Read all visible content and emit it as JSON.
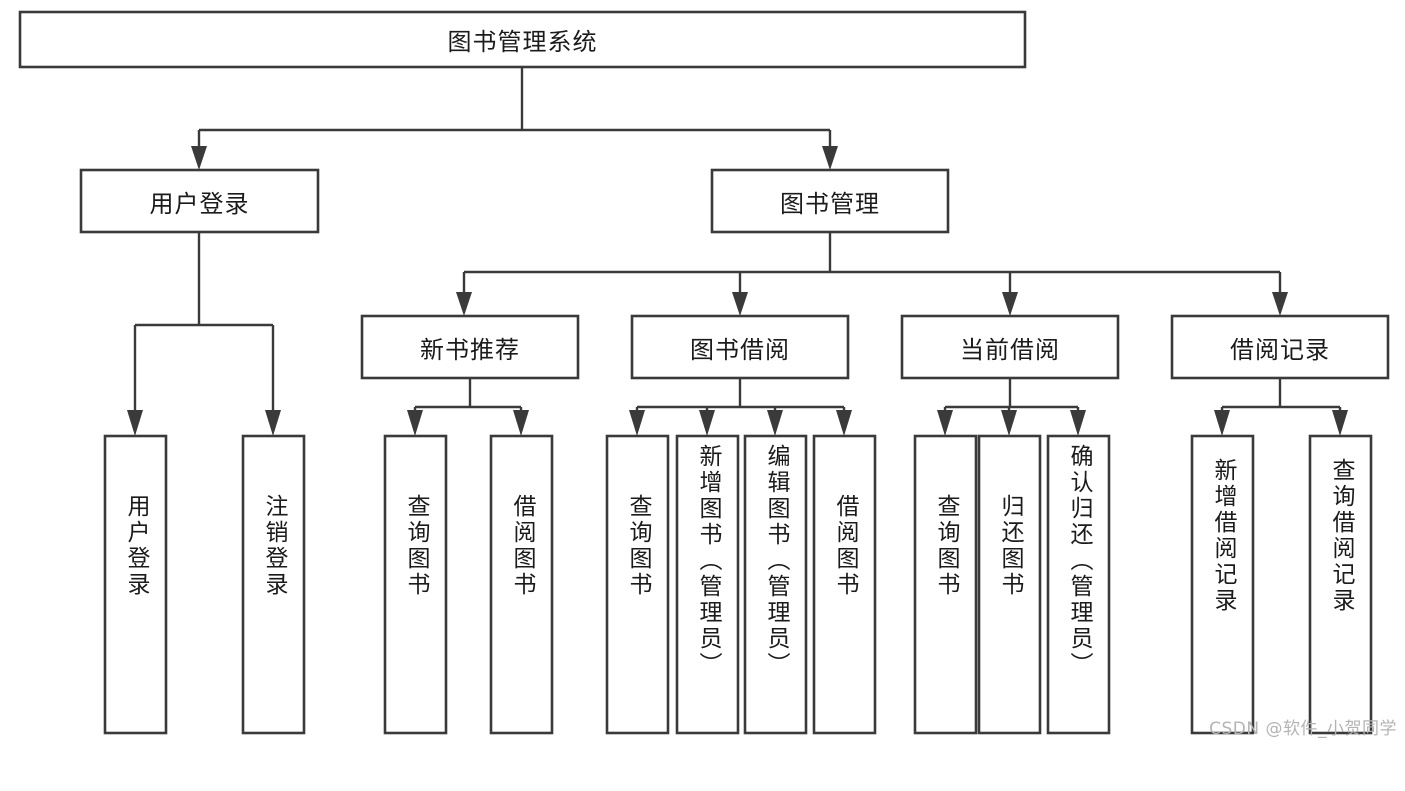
{
  "diagram": {
    "type": "tree-hierarchy",
    "title": "图书管理系统",
    "orientation": "top-down",
    "colors": {
      "box_stroke": "#3a3a3a",
      "box_fill": "#ffffff",
      "connector": "#3a3a3a",
      "text": "#1b1b1b",
      "background": "#ffffff",
      "watermark": "#b4b4b4"
    }
  },
  "nodes": {
    "root": {
      "label": "图书管理系统",
      "level": 0,
      "text_orientation": "horizontal"
    },
    "level1": [
      {
        "label": "用户登录",
        "text_orientation": "horizontal"
      },
      {
        "label": "图书管理",
        "text_orientation": "horizontal"
      }
    ],
    "level2": [
      {
        "label": "新书推荐",
        "text_orientation": "horizontal",
        "parent": "图书管理"
      },
      {
        "label": "图书借阅",
        "text_orientation": "horizontal",
        "parent": "图书管理"
      },
      {
        "label": "当前借阅",
        "text_orientation": "horizontal",
        "parent": "图书管理"
      },
      {
        "label": "借阅记录",
        "text_orientation": "horizontal",
        "parent": "图书管理"
      }
    ],
    "leaves": {
      "用户登录": [
        {
          "label": "用户登录",
          "text_orientation": "vertical"
        },
        {
          "label": "注销登录",
          "text_orientation": "vertical"
        }
      ],
      "新书推荐": [
        {
          "label": "查询图书",
          "text_orientation": "vertical"
        },
        {
          "label": "借阅图书",
          "text_orientation": "vertical"
        }
      ],
      "图书借阅": [
        {
          "label": "查询图书",
          "text_orientation": "vertical"
        },
        {
          "label": "新增图书（管理员）",
          "text_orientation": "vertical"
        },
        {
          "label": "编辑图书（管理员）",
          "text_orientation": "vertical"
        },
        {
          "label": "借阅图书",
          "text_orientation": "vertical"
        }
      ],
      "当前借阅": [
        {
          "label": "查询图书",
          "text_orientation": "vertical"
        },
        {
          "label": "归还图书",
          "text_orientation": "vertical"
        },
        {
          "label": "确认归还（管理员）",
          "text_orientation": "vertical"
        }
      ],
      "借阅记录": [
        {
          "label": "新增借阅记录",
          "text_orientation": "vertical"
        },
        {
          "label": "查询借阅记录",
          "text_orientation": "vertical"
        }
      ]
    }
  },
  "watermark": {
    "text": "CSDN @软件_小贺同学"
  }
}
